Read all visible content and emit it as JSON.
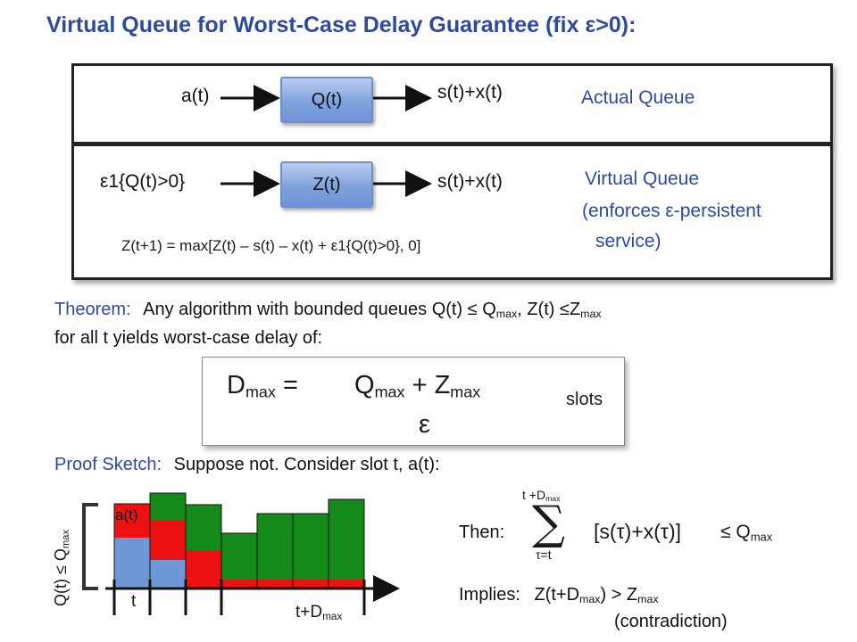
{
  "title": "Virtual Queue for Worst-Case Delay Guarantee (fix ε>0):",
  "actual": {
    "input": "a(t)",
    "queue": "Q(t)",
    "output": "s(t)+x(t)",
    "label": "Actual Queue"
  },
  "virtual": {
    "input": "ε1{Q(t)>0}",
    "queue": "Z(t)",
    "output": "s(t)+x(t)",
    "label_line1": "Virtual Queue",
    "label_line2": "(enforces ε-persistent",
    "label_line3": "service)",
    "update_eq": "Z(t+1) = max[Z(t) – s(t) – x(t) + ε1{Q(t)>0}, 0]"
  },
  "theorem": {
    "label": "Theorem:",
    "text_a": "Any algorithm with bounded queues Q(t) ≤ Q",
    "sub_max": "max",
    "text_b": ", Z(t) ≤Z",
    "line2": "for all t yields worst-case delay of:"
  },
  "formula": {
    "lhs": "D",
    "lhs_sub": "max",
    "eq": " =",
    "num_q": "Q",
    "num_plus": " + Z",
    "den": "ε",
    "unit": "slots"
  },
  "proof": {
    "label": "Proof Sketch:",
    "text": "Suppose not. Consider slot t, a(t):"
  },
  "figure": {
    "y_label": "Q(t) ≤ Q",
    "y_label_sub": "max",
    "arrival_label": "a(t)",
    "t_label": "t",
    "tD_label": "t+D",
    "tD_sub": "max"
  },
  "then": {
    "label": "Then:",
    "sum_upper": "t +D",
    "sum_upper_sub": "max",
    "sum_symbol": "∑",
    "sum_lower": "τ=t",
    "summand": "[s(τ)+x(τ)]",
    "bound": "≤ Q",
    "bound_sub": "max"
  },
  "implies": {
    "label": "Implies:",
    "expr_a": "Z(t+D",
    "expr_sub": "max",
    "expr_b": ") > Z",
    "expr_sub2": "max",
    "note": "(contradiction)"
  },
  "colors": {
    "title": "#2d4aa0",
    "bar_green": "#138a1a",
    "bar_red": "#ee1111",
    "bar_blue": "#6e97d8"
  }
}
